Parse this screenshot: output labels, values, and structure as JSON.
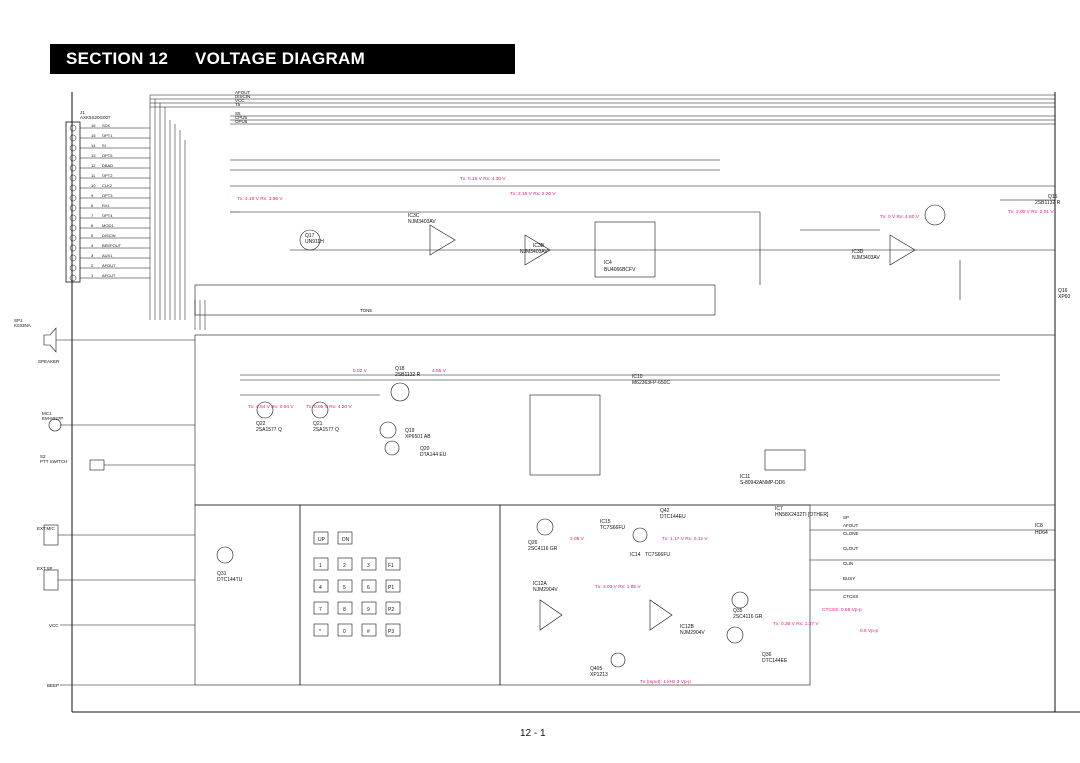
{
  "header": {
    "section_label": "SECTION 12",
    "title": "VOLTAGE DIAGRAM"
  },
  "page_number": "12 - 1",
  "colors": {
    "header_background": "#000000",
    "header_text": "#ffffff",
    "wire": "#111111",
    "voltage_annotation": "#e0187a"
  },
  "top_bus_labels": [
    "AFOUT",
    "DISCIN",
    "VCC",
    "T5",
    "S5",
    "CPU5",
    "OPU5"
  ],
  "connector_j1": {
    "ref": "J1",
    "part": "AXK5S20G007",
    "pins": [
      {
        "num": "16",
        "name": "SCK"
      },
      {
        "num": "15",
        "name": "OPT1"
      },
      {
        "num": "14",
        "name": "SI"
      },
      {
        "num": "13",
        "name": "OPT5"
      },
      {
        "num": "12",
        "name": "DBAD"
      },
      {
        "num": "11",
        "name": "OPT2"
      },
      {
        "num": "10",
        "name": "CLK2"
      },
      {
        "num": "9",
        "name": "OPT3"
      },
      {
        "num": "8",
        "name": "RX1"
      },
      {
        "num": "7",
        "name": "OPT4"
      },
      {
        "num": "6",
        "name": "MOD1"
      },
      {
        "num": "5",
        "name": "DISCIN"
      },
      {
        "num": "4",
        "name": "BEEPOUT"
      },
      {
        "num": "3",
        "name": "AUX1"
      },
      {
        "num": "2",
        "name": "AFOUT"
      },
      {
        "num": "1",
        "name": "AFCUT"
      }
    ]
  },
  "components": [
    {
      "ref": "IC3C",
      "part": "NJM3403AV"
    },
    {
      "ref": "IC3B",
      "part": "NJM3403AV"
    },
    {
      "ref": "IC4",
      "part": "BU4066BCFV"
    },
    {
      "ref": "IC3D",
      "part": "NJM3403AV"
    },
    {
      "ref": "Q15",
      "part": "2SB1132 R"
    },
    {
      "ref": "Q16",
      "part": "XP60"
    },
    {
      "ref": "Q17",
      "part": "UN911H"
    },
    {
      "ref": "Q18",
      "part": "2SB1132 R"
    },
    {
      "ref": "Q19",
      "part": "XP6501 AB"
    },
    {
      "ref": "Q20",
      "part": "DTA144 EU"
    },
    {
      "ref": "Q21",
      "part": "2SA1577 Q"
    },
    {
      "ref": "Q22",
      "part": "2SA1577 Q"
    },
    {
      "ref": "IC10",
      "part": "M62363FP-650C"
    },
    {
      "ref": "IC11",
      "part": "S-80942ANMP-DD6"
    },
    {
      "ref": "IC7",
      "part": "HN58X2432TI [OTHER]"
    },
    {
      "ref": "IC8",
      "part": "HD64"
    },
    {
      "ref": "Q31",
      "part": "DTC144TU"
    },
    {
      "ref": "Q26",
      "part": "2SC4116 GR"
    },
    {
      "ref": "IC15",
      "part": "TC7S66FU"
    },
    {
      "ref": "IC14",
      "part": "TC7S66FU"
    },
    {
      "ref": "IC12A",
      "part": "NJM2904V"
    },
    {
      "ref": "IC12B",
      "part": "NJM2904V"
    },
    {
      "ref": "Q35",
      "part": "2SC4116 GR"
    },
    {
      "ref": "Q36",
      "part": "DTC144EE"
    },
    {
      "ref": "Q405",
      "part": "XP1213"
    },
    {
      "ref": "Q42",
      "part": "DTC144EU"
    }
  ],
  "voltage_notes": [
    "Tx: 4.19 V  Rx: 3.86 V",
    "Tx: 0.16 V  Rx: 4.30 V",
    "Tx: 2.15 V  Rx: 2.20 V",
    "Tx: 0 V  Rx: 4.60 V",
    "Tx: 2.00 V  Rx: 2.01 V",
    "Tx: 4.94 V  Rx: 0.94 V",
    "Tx: 0.05 V  Rx: 4.20 V",
    "5.02 V",
    "4.55 V",
    "2.05 V",
    "Tx: 1.17 V  Rx: 0.12 V",
    "Tx: 3.03 V  Rx: 1.85 V",
    "Tx: 0.36 V  Rx: 1.27 V",
    "CTCSS: 0.55 Vp-p",
    "0.8 Vp-p",
    "Tx (Input): 1 kHz  3 Vp-p"
  ],
  "speaker": {
    "ref": "SP1",
    "part": "K033NA",
    "label": "SPEAKER"
  },
  "mic": {
    "ref": "MC1",
    "part": "EM-6027P"
  },
  "ptt": {
    "ref": "S2",
    "label": "PTT SWITCH"
  },
  "ext_mic": "EXT.MIC",
  "ext_sp": "EXT.SP",
  "keypad": {
    "key_labels": [
      "1",
      "2",
      "3",
      "4",
      "5",
      "6",
      "7",
      "8",
      "9",
      "*",
      "0",
      "#"
    ],
    "side_keys": [
      "UP",
      "DN",
      "F1",
      "P1",
      "P2",
      "P3"
    ]
  },
  "bottom_labels": [
    "VCC",
    "BEEP",
    "SP",
    "AFOUT",
    "CLONE",
    "CLOUT",
    "CLIN",
    "BUSY",
    "CTCSS",
    "TONE"
  ]
}
